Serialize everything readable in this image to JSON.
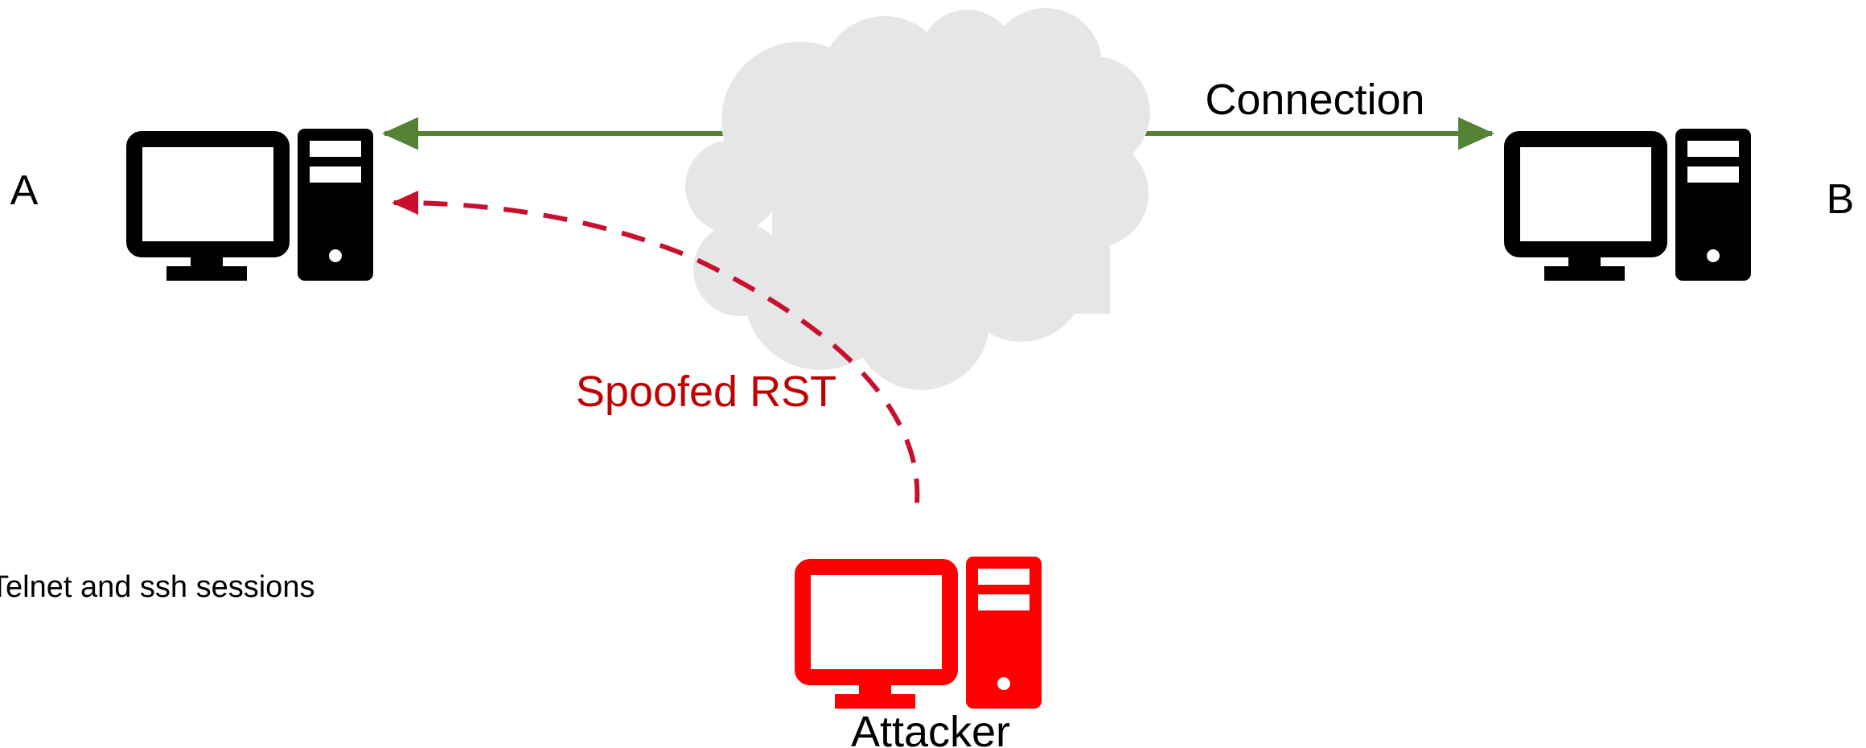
{
  "nodes": {
    "host_a": {
      "label": "A",
      "icon": "desktop-computer-icon"
    },
    "host_b": {
      "label": "B",
      "icon": "desktop-computer-icon"
    },
    "attacker": {
      "label": "Attacker",
      "icon": "desktop-computer-icon"
    },
    "network": {
      "icon": "cloud-icon"
    }
  },
  "edges": {
    "connection": {
      "label": "Connection",
      "from": "A",
      "to": "B",
      "style": "solid",
      "arrows": "both"
    },
    "spoofed_rst": {
      "label": "Spoofed RST",
      "from": "Attacker",
      "to": "A",
      "style": "dashed",
      "arrows": "end"
    }
  },
  "notes": {
    "side_note": "Telnet and ssh sessions"
  },
  "colors": {
    "connection": "#548235",
    "spoofed": "#C00000",
    "spoofed_line": "#C8102E",
    "attacker": "#FF0000",
    "host": "#000000",
    "cloud": "#E6E6E6"
  }
}
